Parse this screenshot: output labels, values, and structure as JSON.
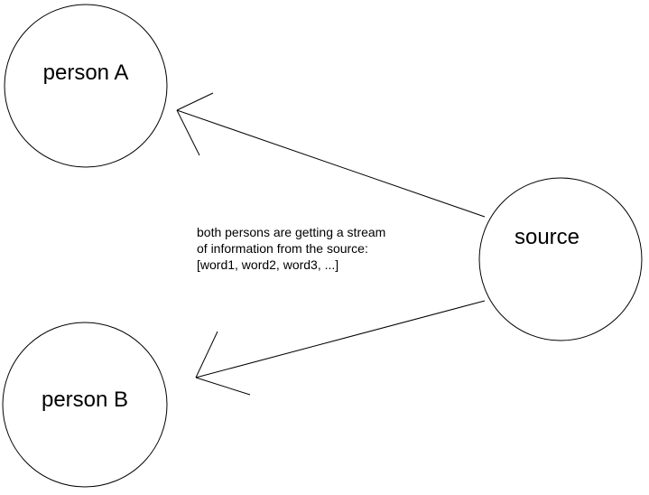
{
  "diagram": {
    "nodes": {
      "person_a": {
        "label": "person A"
      },
      "person_b": {
        "label": "person B"
      },
      "source": {
        "label": "source"
      }
    },
    "annotation": {
      "line1": "both persons are getting a stream",
      "line2": "of information from the source:",
      "line3": "[word1, word2, word3, ...]"
    },
    "colors": {
      "stroke": "#000000",
      "background": "#ffffff",
      "text": "#000000"
    }
  }
}
